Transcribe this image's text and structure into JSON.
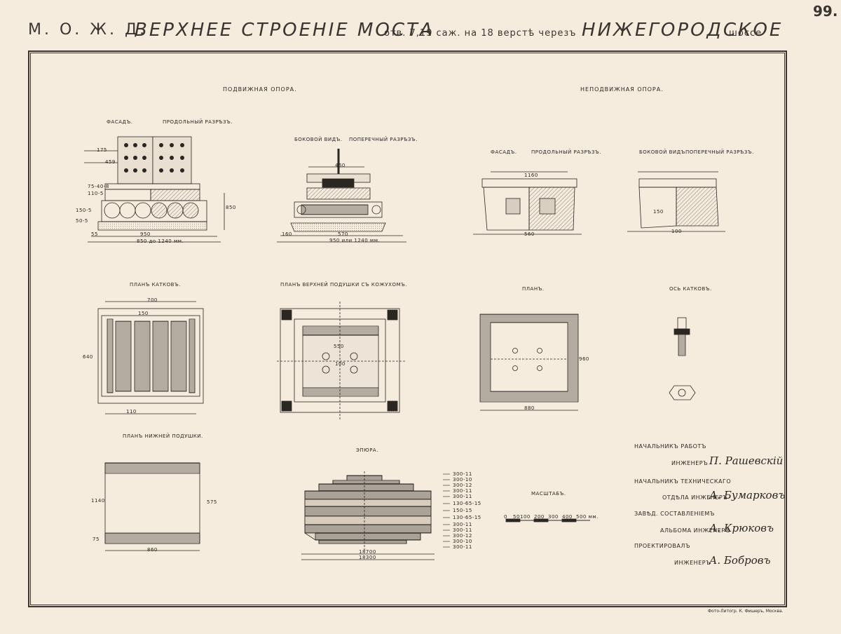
{
  "header": {
    "page_number": "99.",
    "railway": "М. О. Ж. Д.",
    "title": "ВЕРХНЕЕ СТРОЕНІЕ МОСТА",
    "span": "отв. 7,19 саж. на 18 верстѣ черезъ",
    "road_name": "НИЖЕГОРОДСКОЕ",
    "road_type": "шоссе"
  },
  "sections": {
    "movable": "ПОДВИЖНАЯ ОПОРА.",
    "fixed": "НЕПОДВИЖНАЯ ОПОРА.",
    "facade": "ФАСАДЪ.",
    "long_section": "ПРОДОЛЬНЫЙ РАЗРѢЗЪ.",
    "side_view": "БОКОВОЙ ВИДЪ.",
    "cross_section": "ПОПЕРЕЧНЫЙ РАЗРѢЗЪ.",
    "facade2": "ФАСАДЪ.",
    "long_section2": "ПРОДОЛЬНЫЙ РАЗРѢЗЪ.",
    "side_view2": "БОКОВОЙ ВИДЪ.",
    "cross_section2": "ПОПЕРЕЧНЫЙ РАЗРѢЗЪ.",
    "rollers_plan": "ПЛАНЪ КАТКОВЪ.",
    "upper_pad_plan": "ПЛАНЪ ВЕРХНЕЙ ПОДУШКИ СЪ КОЖУХОМЪ.",
    "plan": "ПЛАНЪ.",
    "roller_axis": "ОСЬ КАТКОВЪ.",
    "lower_pad_plan": "ПЛАНЪ НИЖНЕЙ ПОДУШКИ.",
    "support": "ЭПЮРА.",
    "scale": "МАСШТАБЪ."
  },
  "dims": {
    "d1": "175",
    "d2": "459",
    "d3": "75-40-8",
    "d4": "110-5",
    "d5": "150-5",
    "d6": "50-5",
    "d7": "950",
    "d8": "850 до 1240 мм.",
    "d9": "850",
    "d10": "55",
    "d11": "460",
    "d12": "950 или 1240 мм.",
    "d13": "570",
    "d14": "160",
    "d15": "1160",
    "d16": "560",
    "d17": "150",
    "d18": "100",
    "d19": "700",
    "d20": "150",
    "d21": "110",
    "d22": "640",
    "d23": "550",
    "d24": "100",
    "d25": "960",
    "d26": "880",
    "d27": "860",
    "d28": "1140",
    "d29": "75",
    "d30": "575",
    "d31": "18700",
    "d32": "18300"
  },
  "scale_ticks": [
    "0",
    "50",
    "100",
    "200",
    "300",
    "400",
    "500 мм."
  ],
  "support_rows": [
    "300-11",
    "300-10",
    "300-12",
    "300-11",
    "300-11",
    "130-65-15",
    "150-15",
    "130-65-15",
    "300-11",
    "300-11",
    "300-12",
    "300-10",
    "300-11"
  ],
  "signatures": [
    {
      "role": "НАЧАЛЬНИКЪ РАБОТЪ",
      "title": "ИНЖЕНЕРЪ",
      "name": "П. Рашевскій"
    },
    {
      "role": "НАЧАЛЬНИКЪ ТЕХНИЧЕСКАГО",
      "title": "ОТДѢЛА ИНЖЕНЕРЪ",
      "name": "А. Бумарковъ"
    },
    {
      "role": "ЗАВѢД. СОСТАВЛЕНІЕМЪ",
      "title": "АЛЬБОМА ИНЖЕНЕРЪ",
      "name": "А. Крюковъ"
    },
    {
      "role": "ПРОЕКТИРОВАЛЪ",
      "title": "ИНЖЕНЕРЪ",
      "name": "А. Бобровъ"
    }
  ],
  "footer": "Фото-Литогр. К. Фишеръ, Москва."
}
